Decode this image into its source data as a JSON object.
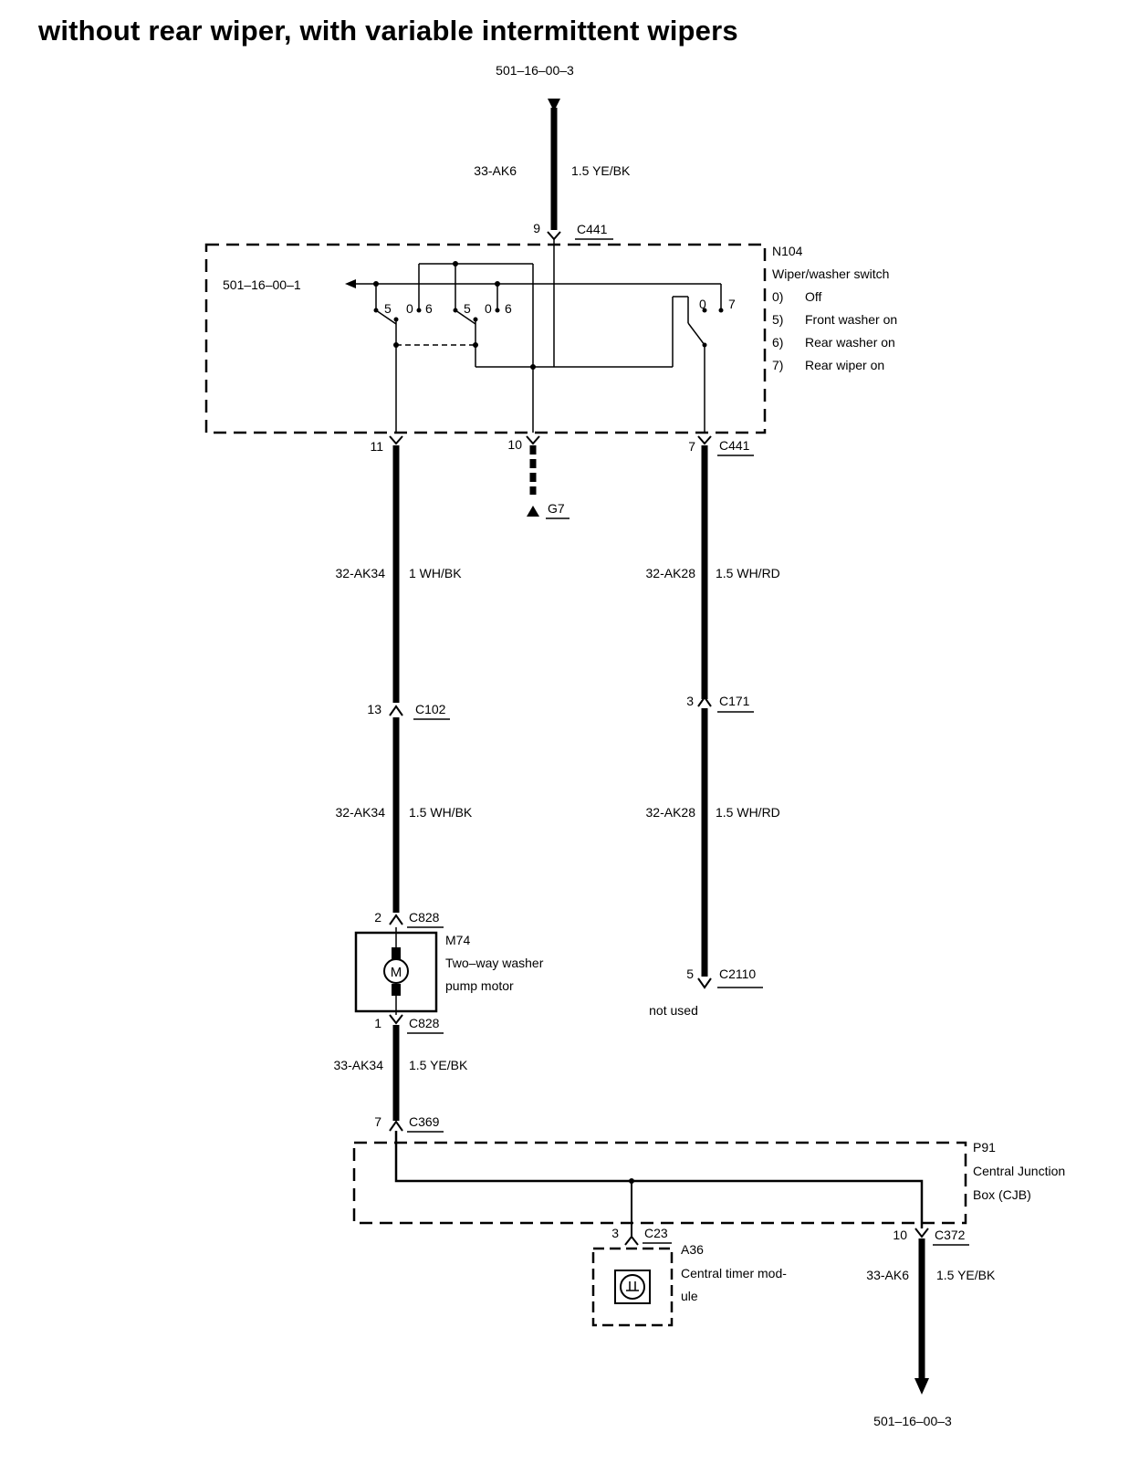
{
  "title": "without rear wiper, with variable intermittent wipers",
  "refs": {
    "top": "501–16–00–3",
    "bottom": "501–16–00–3",
    "left": "501–16–00–1"
  },
  "wires": {
    "top": {
      "code": "33-AK6",
      "spec": "1.5 YE/BK"
    },
    "left_upper": {
      "code": "32-AK34",
      "spec": "1 WH/BK"
    },
    "left_lower": {
      "code": "32-AK34",
      "spec": "1.5 WH/BK"
    },
    "right_upper": {
      "code": "32-AK28",
      "spec": "1.5 WH/RD"
    },
    "right_lower": {
      "code": "32-AK28",
      "spec": "1.5 WH/RD"
    },
    "pump_out": {
      "code": "33-AK34",
      "spec": "1.5 YE/BK"
    },
    "cjb_out": {
      "code": "33-AK6",
      "spec": "1.5 YE/BK"
    }
  },
  "connectors": {
    "c441_top": {
      "pin": "9",
      "name": "C441"
    },
    "c441_left": {
      "pin": "11"
    },
    "c441_mid": {
      "pin": "10"
    },
    "c441_right": {
      "pin": "7",
      "name": "C441"
    },
    "c102": {
      "pin": "13",
      "name": "C102"
    },
    "c171": {
      "pin": "3",
      "name": "C171"
    },
    "c828_top": {
      "pin": "2",
      "name": "C828"
    },
    "c828_bottom": {
      "pin": "1",
      "name": "C828"
    },
    "c2110": {
      "pin": "5",
      "name": "C2110"
    },
    "c369": {
      "pin": "7",
      "name": "C369"
    },
    "c23": {
      "pin": "3",
      "name": "C23"
    },
    "c372": {
      "pin": "10",
      "name": "C372"
    }
  },
  "ground": {
    "name": "G7"
  },
  "switch": {
    "id": "N104",
    "name": "Wiper/washer switch",
    "positions": [
      {
        "code": "0)",
        "label": "Off"
      },
      {
        "code": "5)",
        "label": "Front washer on"
      },
      {
        "code": "6)",
        "label": "Rear washer on"
      },
      {
        "code": "7)",
        "label": "Rear wiper on"
      }
    ],
    "contact_labels": [
      "5",
      "0",
      "6",
      "5",
      "0",
      "6",
      "0",
      "7"
    ]
  },
  "pump": {
    "id": "M74",
    "name_line1": "Two–way washer",
    "name_line2": "pump motor",
    "symbol": "M"
  },
  "not_used": "not used",
  "cjb": {
    "id": "P91",
    "name_line1": "Central Junction",
    "name_line2": "Box (CJB)"
  },
  "timer": {
    "id": "A36",
    "name_line1": "Central timer mod-",
    "name_line2": "ule"
  }
}
